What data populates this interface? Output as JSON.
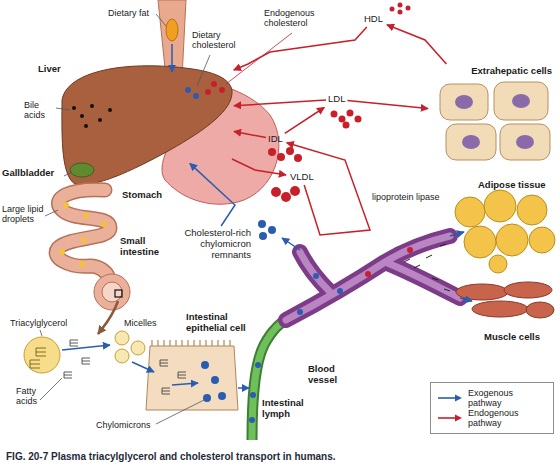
{
  "diagram": {
    "caption": "FIG. 20-7 Plasma triacylglycerol and cholesterol transport in humans.",
    "nodes": [
      {
        "text": [
          "Liver"
        ]
      },
      {
        "text": [
          "HDL"
        ]
      },
      {
        "text": [
          "Extrahepatic cells"
        ]
      },
      {
        "text": [
          "LDL"
        ]
      },
      {
        "text": [
          "IDL"
        ]
      },
      {
        "text": [
          "VLDL"
        ]
      },
      {
        "text": [
          "Cholesterol-rich chylomicron remnants"
        ]
      }
    ],
    "edges": [
      {
        "from": 2,
        "to": 1,
        "arrow": "to"
      },
      {
        "from": 1,
        "to": 0,
        "arrow": "to"
      },
      {
        "from": 3,
        "to": 0,
        "arrow": "to"
      },
      {
        "from": 3,
        "to": 2,
        "arrow": "to"
      },
      {
        "from": 4,
        "to": 3,
        "arrow": "to"
      },
      {
        "from": 4,
        "to": 0,
        "arrow": "to"
      },
      {
        "from": 0,
        "to": 5,
        "arrow": "to"
      },
      {
        "from": 5,
        "to": 4,
        "arrow": "to"
      },
      {
        "from": 6,
        "to": 0,
        "arrow": "to"
      }
    ],
    "labels": [
      "Dietary fat",
      "Dietary cholesterol",
      "Endogenous cholesterol",
      "Bile acids",
      "Gallbladder",
      "Stomach",
      "Large lipid droplets",
      "Small intestine",
      "lipoprotein lipase",
      "Adipose tissue",
      "Muscle cells",
      "Triacylglycerol",
      "Micelles",
      "Intestinal epithelial cell",
      "Fatty acids",
      "Chylomicrons",
      "Blood vessel",
      "Intestinal lymph"
    ],
    "legend": [
      {
        "text": "Exogenous pathway"
      },
      {
        "text": "Endogenous pathway"
      }
    ]
  }
}
